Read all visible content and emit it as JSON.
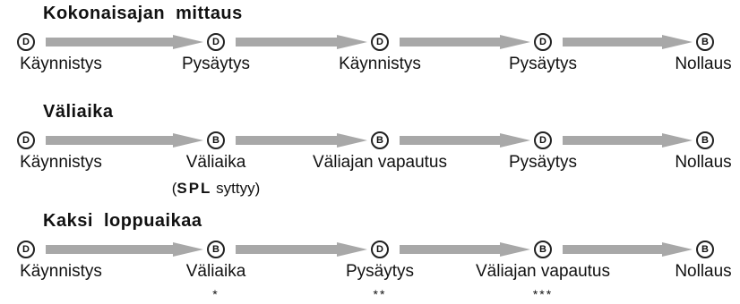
{
  "sections": [
    {
      "title": "Kokonaisajan  mittaus",
      "steps": [
        {
          "button": "D",
          "label": "Käynnistys"
        },
        {
          "button": "D",
          "label": "Pysäytys"
        },
        {
          "button": "D",
          "label": "Käynnistys"
        },
        {
          "button": "D",
          "label": "Pysäytys"
        },
        {
          "button": "B",
          "label": "Nollaus"
        }
      ]
    },
    {
      "title": "Väliaika",
      "steps": [
        {
          "button": "D",
          "label": "Käynnistys"
        },
        {
          "button": "B",
          "label": "Väliaika"
        },
        {
          "button": "B",
          "label": "Väliajan vapautus"
        },
        {
          "button": "D",
          "label": "Pysäytys"
        },
        {
          "button": "B",
          "label": "Nollaus"
        }
      ],
      "note": {
        "open": "(",
        "indicator": "SPL",
        "rest": " syttyy)"
      }
    },
    {
      "title": "Kaksi  loppuaikaa",
      "steps": [
        {
          "button": "D",
          "label": "Käynnistys"
        },
        {
          "button": "B",
          "label": "Väliaika",
          "mark": "*"
        },
        {
          "button": "D",
          "label": "Pysäytys",
          "mark": "**"
        },
        {
          "button": "B",
          "label": "Väliajan vapautus",
          "mark": "***"
        },
        {
          "button": "B",
          "label": "Nollaus"
        }
      ]
    }
  ],
  "colors": {
    "arrow": "#a8a8a8",
    "text": "#111111"
  }
}
